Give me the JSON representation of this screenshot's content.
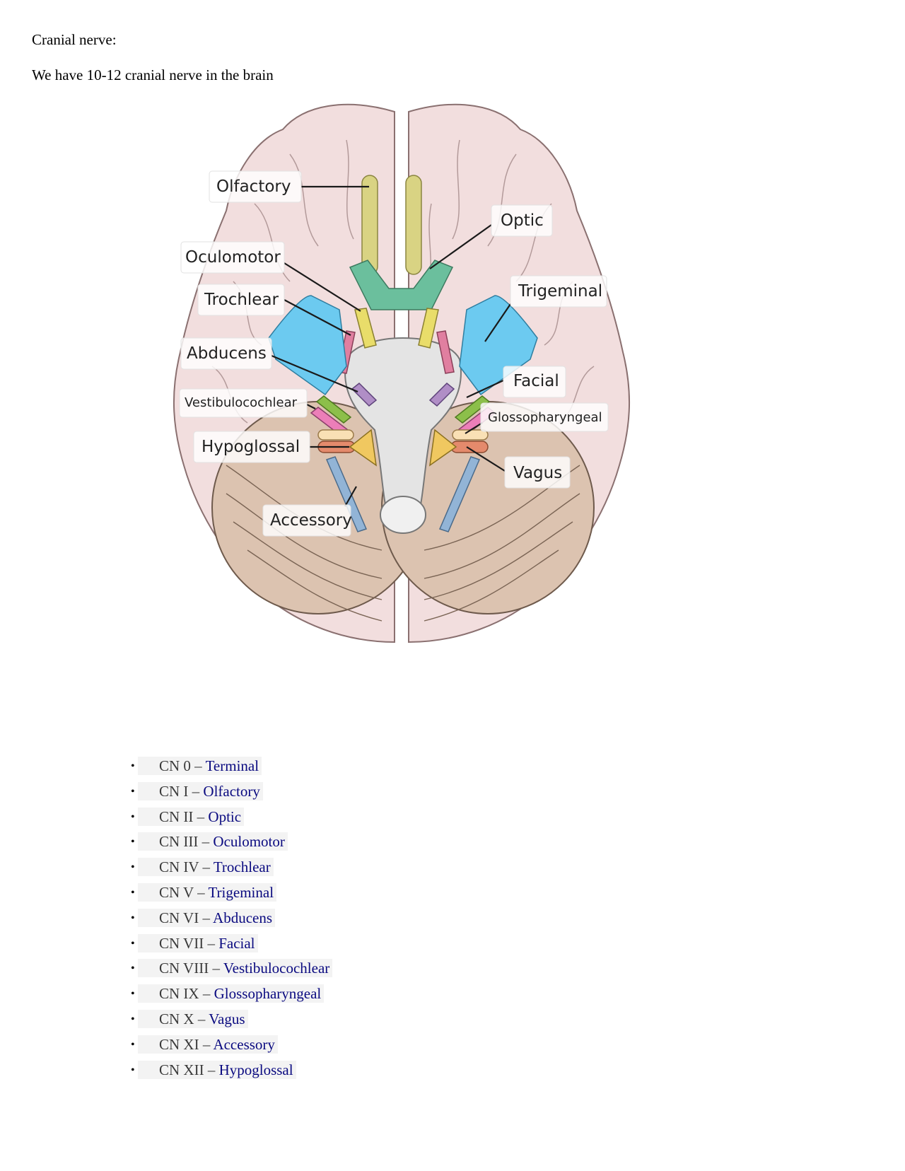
{
  "document": {
    "heading": "Cranial nerve:",
    "intro": "We have 10-12 cranial nerve in the brain"
  },
  "diagram": {
    "labels": {
      "olfactory": "Olfactory",
      "optic": "Optic",
      "oculomotor": "Oculomotor",
      "trochlear": "Trochlear",
      "trigeminal": "Trigeminal",
      "abducens": "Abducens",
      "facial": "Facial",
      "vestibulocochlear": "Vestibulocochlear",
      "glossopharyngeal": "Glossopharyngeal",
      "hypoglossal": "Hypoglossal",
      "vagus": "Vagus",
      "accessory": "Accessory"
    },
    "colors": {
      "cerebrum": "#f2dede",
      "cerebellum": "#dcc3b0",
      "brainstem": "#e4e4e4",
      "olfactory": "#d9d383",
      "optic": "#6bbf9d",
      "oculomotor": "#e9dd6a",
      "trochlear": "#e07fa0",
      "trigeminal": "#6ccaf0",
      "abducens": "#b08ec6",
      "facial": "#8cbf4a",
      "vestibulocochlear": "#ec7eb8",
      "glossopharyngeal": "#f9e0b5",
      "vagus": "#e48a6c",
      "hypoglossal": "#f0c860",
      "accessory": "#92b4d6"
    }
  },
  "nerve_list": [
    {
      "code": "CN 0 –",
      "name": "Terminal"
    },
    {
      "code": "CN I –",
      "name": "Olfactory"
    },
    {
      "code": "CN II –",
      "name": "Optic"
    },
    {
      "code": "CN III –",
      "name": "Oculomotor"
    },
    {
      "code": "CN IV –",
      "name": "Trochlear"
    },
    {
      "code": "CN V –",
      "name": "Trigeminal"
    },
    {
      "code": "CN VI –",
      "name": "Abducens"
    },
    {
      "code": "CN VII –",
      "name": "Facial"
    },
    {
      "code": "CN VIII –",
      "name": "Vestibulocochlear"
    },
    {
      "code": "CN IX –",
      "name": "Glossopharyngeal"
    },
    {
      "code": "CN X –",
      "name": "Vagus"
    },
    {
      "code": "CN XI –",
      "name": "Accessory"
    },
    {
      "code": "CN XII –",
      "name": "Hypoglossal"
    }
  ],
  "bullet_glyph": "•"
}
